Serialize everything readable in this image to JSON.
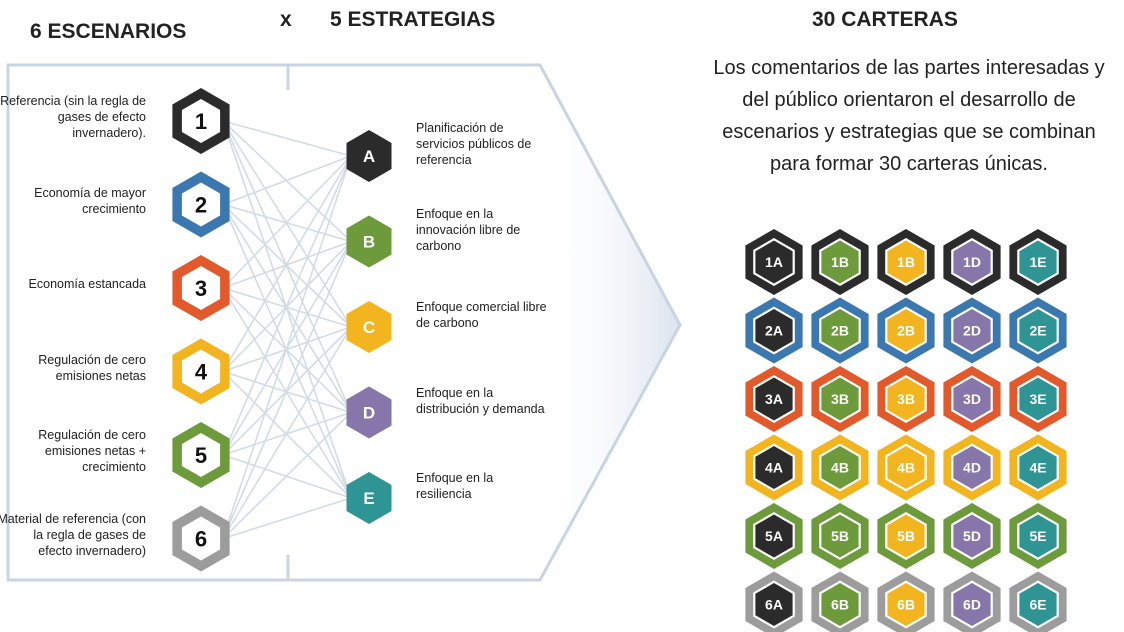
{
  "header": {
    "scenarios_title": "6 ESCENARIOS",
    "times": "x",
    "strategies_title": "5 ESTRATEGIAS",
    "portfolios_title": "30 CARTERAS"
  },
  "description": "Los comentarios de las partes interesadas y del público orientaron el desarrollo de escenarios y estrategias que se combinan para formar 30 carteras únicas.",
  "colors": {
    "1": "#2b2b2b",
    "2": "#3b78b0",
    "3": "#e2592b",
    "4": "#f2b51f",
    "5": "#6d9a3b",
    "6": "#9c9c9c",
    "A": "#2b2b2b",
    "B": "#6d9a3b",
    "C": "#f2b51f",
    "D": "#8676a9",
    "E": "#2e9494",
    "connector": "#d3dbe6",
    "panel_border": "#c9d4e3"
  },
  "scenarios": [
    {
      "id": "1",
      "label": "Referencia (sin la regla de gases de efecto invernadero)."
    },
    {
      "id": "2",
      "label": "Economía de mayor crecimiento"
    },
    {
      "id": "3",
      "label": "Economía estancada"
    },
    {
      "id": "4",
      "label": "Regulación de cero emisiones netas"
    },
    {
      "id": "5",
      "label": "Regulación de cero emisiones netas + crecimiento"
    },
    {
      "id": "6",
      "label": "Material de referencia (con la regla de gases de efecto invernadero)"
    }
  ],
  "strategies": [
    {
      "id": "A",
      "label": "Planificación de servicios públicos de referencia"
    },
    {
      "id": "B",
      "label": "Enfoque en la innovación libre de carbono"
    },
    {
      "id": "C",
      "label": "Enfoque comercial libre de carbono"
    },
    {
      "id": "D",
      "label": "Enfoque en la distribución y demanda"
    },
    {
      "id": "E",
      "label": "Enfoque en la resiliencia"
    }
  ],
  "portfolios": [
    [
      "1A",
      "1B",
      "1B",
      "1D",
      "1E"
    ],
    [
      "2A",
      "2B",
      "2B",
      "2D",
      "2E"
    ],
    [
      "3A",
      "3B",
      "3B",
      "3D",
      "3E"
    ],
    [
      "4A",
      "4B",
      "4B",
      "4D",
      "4E"
    ],
    [
      "5A",
      "5B",
      "5B",
      "5D",
      "5E"
    ],
    [
      "6A",
      "6B",
      "6B",
      "6D",
      "6E"
    ]
  ]
}
